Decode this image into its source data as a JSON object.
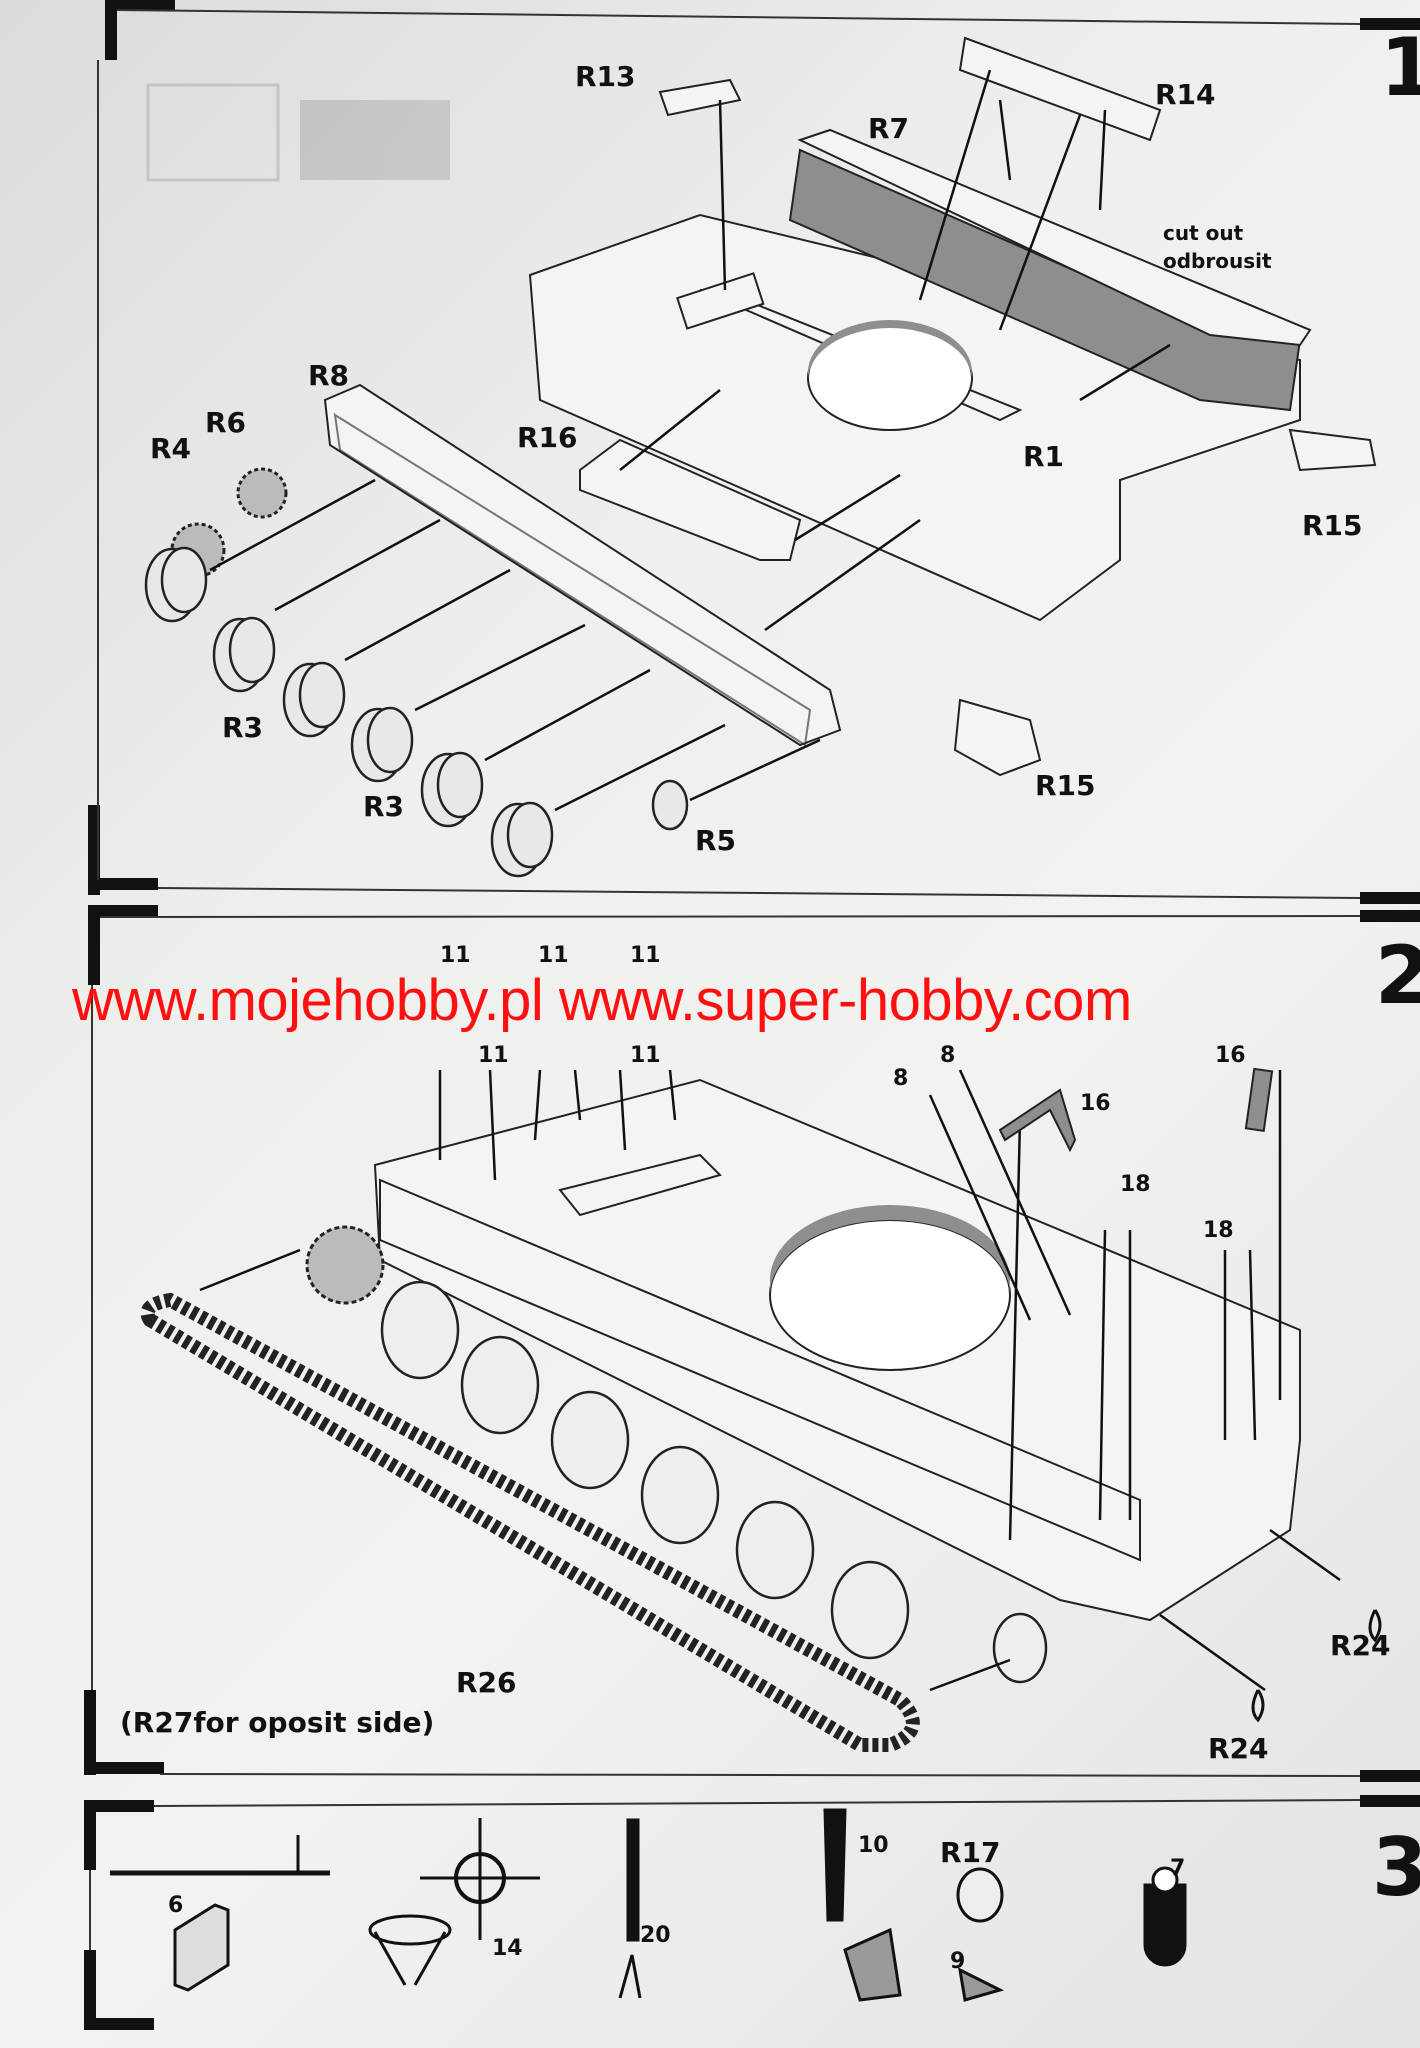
{
  "watermark": "www.mojehobby.pl www.super-hobby.com",
  "steps": {
    "step1": {
      "number": "1",
      "labels": {
        "r13": "R13",
        "r14": "R14",
        "r7": "R7",
        "r8": "R8",
        "r6": "R6",
        "r4": "R4",
        "r16": "R16",
        "r1": "R1",
        "r15a": "R15",
        "r15b": "R15",
        "r3a": "R3",
        "r3b": "R3",
        "r5": "R5"
      },
      "note": {
        "en": "cut out",
        "cz": "odbrousit"
      }
    },
    "step2": {
      "number": "2",
      "labels": {
        "p11a": "11",
        "p11b": "11",
        "p11c": "11",
        "p11d": "11",
        "p11e": "11",
        "p8a": "8",
        "p8b": "8",
        "p16a": "16",
        "p16b": "16",
        "p18a": "18",
        "p18b": "18",
        "r24a": "R24",
        "r24b": "R24",
        "r26": "R26"
      },
      "note": "(R27for oposit side)"
    },
    "step3": {
      "number": "3",
      "labels": {
        "p6": "6",
        "p14": "14",
        "p20": "20",
        "p10": "10",
        "r17": "R17",
        "p9": "9",
        "p7": "7"
      }
    }
  }
}
